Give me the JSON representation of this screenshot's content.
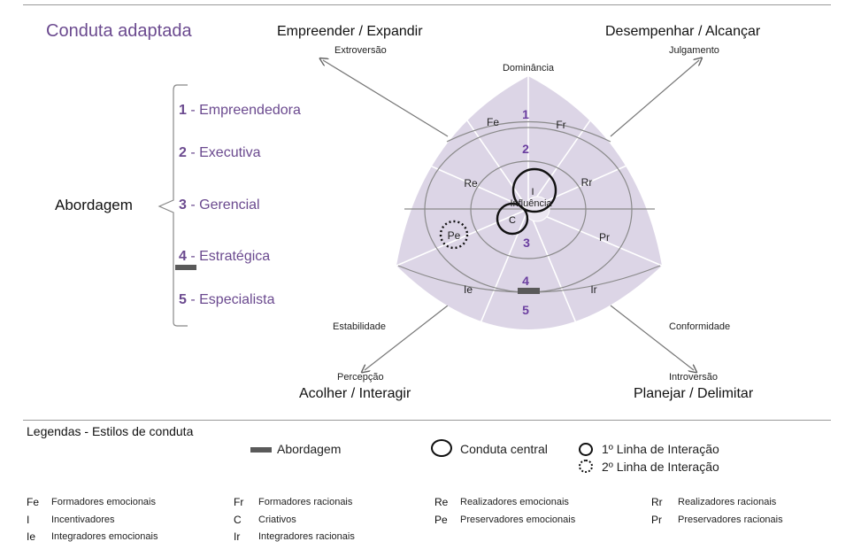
{
  "title": "Conduta adaptada",
  "approach": {
    "label": "Abordagem",
    "items": [
      {
        "num": "1",
        "text": "- Empreendedora"
      },
      {
        "num": "2",
        "text": "- Executiva"
      },
      {
        "num": "3",
        "text": "- Gerencial"
      },
      {
        "num": "4",
        "text": "- Estratégica"
      },
      {
        "num": "5",
        "text": "- Especialista"
      }
    ]
  },
  "corners": {
    "top_left": {
      "title": "Empreender / Expandir",
      "sub": "Extroversão"
    },
    "top_right": {
      "title": "Desempenhar / Alcançar",
      "sub": "Julgamento"
    },
    "bottom_left": {
      "title": "Acolher / Interagir",
      "sub": "Percepção",
      "axis": "Estabilidade"
    },
    "bottom_right": {
      "title": "Planejar / Delimitar",
      "sub": "Introversão",
      "axis": "Conformidade"
    }
  },
  "diagram": {
    "top_axis": "Dominância",
    "center_label": "Influência",
    "levels": [
      "1",
      "2",
      "3",
      "4",
      "5"
    ],
    "sectors": {
      "fe": "Fe",
      "fr": "Fr",
      "re": "Re",
      "rr": "Rr",
      "pe": "Pe",
      "pr": "Pr",
      "ie": "Ie",
      "ir": "Ir"
    },
    "markers": {
      "i": "I",
      "c": "C"
    },
    "colors": {
      "fill": "#dcd5e6",
      "line": "#ffffff",
      "ring": "#8a8a8a",
      "accent": "#6b3fa0",
      "marker": "#111111",
      "bar": "#5a5a5a"
    }
  },
  "legend": {
    "title": "Legendas - Estilos de conduta",
    "abordagem": "Abordagem",
    "central": "Conduta central",
    "line1": "1º Linha de Interação",
    "line2": "2º Linha de Interação",
    "abbreviations": [
      {
        "code": "Fe",
        "desc": "Formadores emocionais"
      },
      {
        "code": "Fr",
        "desc": "Formadores racionais"
      },
      {
        "code": "Re",
        "desc": "Realizadores emocionais"
      },
      {
        "code": "Rr",
        "desc": "Realizadores racionais"
      },
      {
        "code": "I",
        "desc": "Incentivadores"
      },
      {
        "code": "C",
        "desc": "Criativos"
      },
      {
        "code": "Pe",
        "desc": "Preservadores emocionais"
      },
      {
        "code": "Pr",
        "desc": "Preservadores racionais"
      },
      {
        "code": "Ie",
        "desc": "Integradores emocionais"
      },
      {
        "code": "Ir",
        "desc": "Integradores racionais"
      }
    ]
  }
}
